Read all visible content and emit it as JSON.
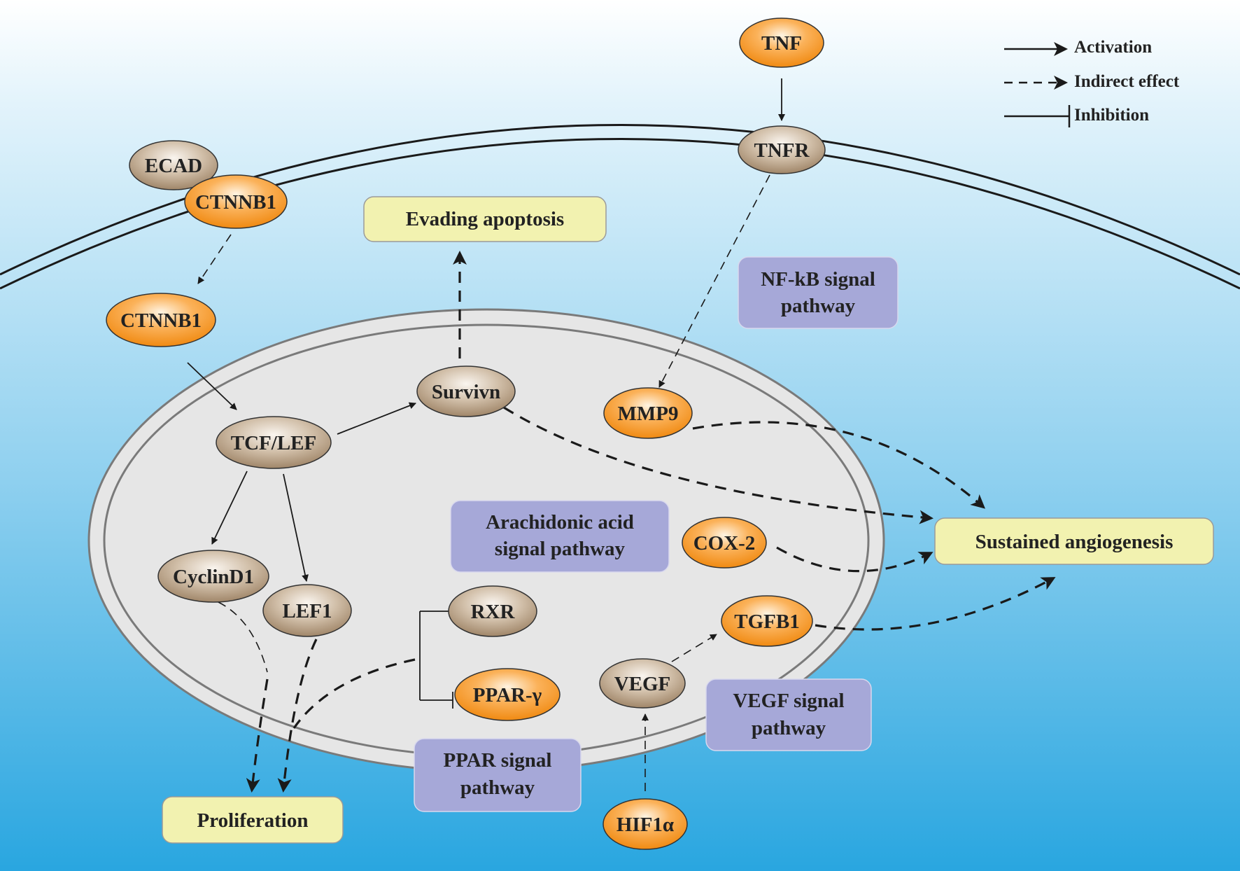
{
  "legend": {
    "activation": "Activation",
    "indirect": "Indirect effect",
    "inhibition": "Inhibition"
  },
  "nodes": {
    "tnf": "TNF",
    "tnfr": "TNFR",
    "ecad": "ECAD",
    "ctnnb1_membrane": "CTNNB1",
    "ctnnb1_cytoplasm": "CTNNB1",
    "tcf_lef": "TCF/LEF",
    "survivn": "Survivn",
    "mmp9": "MMP9",
    "cyclind1": "CyclinD1",
    "lef1": "LEF1",
    "rxr": "RXR",
    "ppar_gamma": "PPAR-γ",
    "cox2": "COX-2",
    "tgfb1": "TGFB1",
    "vegf": "VEGF",
    "hif1a": "HIF1α"
  },
  "outcomes": {
    "evading_apoptosis": "Evading apoptosis",
    "sustained_angiogenesis": "Sustained angiogenesis",
    "proliferation": "Proliferation"
  },
  "pathways": {
    "nfkb": [
      "NF-kB signal",
      "pathway"
    ],
    "arachidonic": [
      "Arachidonic acid",
      "signal pathway"
    ],
    "vegf": [
      "VEGF signal",
      "pathway"
    ],
    "ppar": [
      "PPAR signal",
      "pathway"
    ]
  },
  "colors": {
    "background_top": "#ffffff",
    "background_bottom": "#29a6e0",
    "nucleus_fill": "#e6e6e6",
    "orange_node": "#f7941d",
    "brown_node": "#b29a80",
    "outcome_box": "#f2f2b0",
    "pathway_box": "#a6a8d8"
  }
}
